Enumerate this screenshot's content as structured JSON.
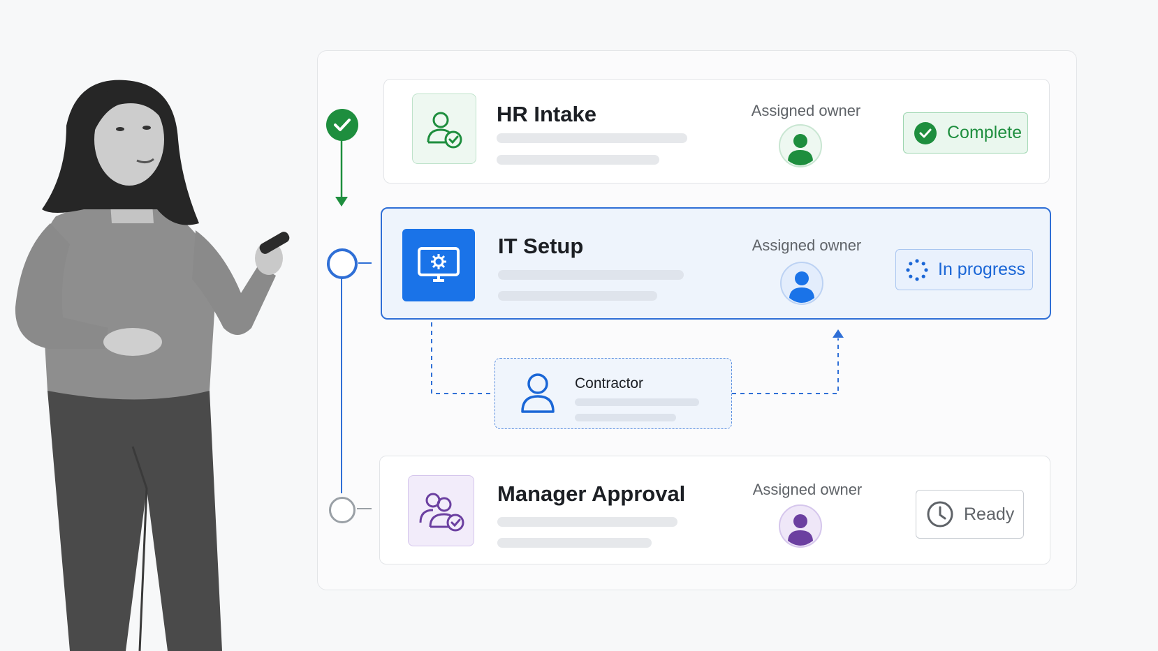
{
  "steps": [
    {
      "title": "HR Intake",
      "owner_label": "Assigned owner",
      "status": "Complete",
      "icon": "user-check-icon",
      "color": "#1e8e3e"
    },
    {
      "title": "IT Setup",
      "owner_label": "Assigned owner",
      "status": "In progress",
      "icon": "monitor-gear-icon",
      "color": "#1a73e8"
    },
    {
      "title": "Manager Approval",
      "owner_label": "Assigned owner",
      "status": "Ready",
      "icon": "users-check-icon",
      "color": "#6b3fa0"
    }
  ],
  "subtask": {
    "title": "Contractor",
    "icon": "user-outline-icon"
  },
  "colors": {
    "complete": "#1e8e3e",
    "in_progress": "#1a73e8",
    "ready": "#5f6368",
    "purple": "#6b3fa0"
  }
}
